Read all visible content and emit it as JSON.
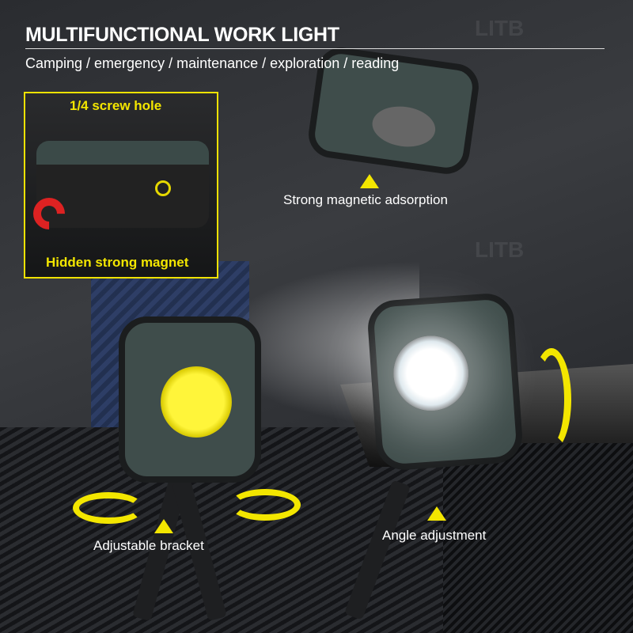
{
  "header": {
    "title": "MULTIFUNCTIONAL WORK LIGHT",
    "subtitle": "Camping / emergency / maintenance / exploration /  reading"
  },
  "inset": {
    "top_label": "1/4 screw hole",
    "bottom_label": "Hidden strong magnet",
    "border_color": "#f0e200",
    "icons": [
      "magnet-icon",
      "screw-hole-icon"
    ]
  },
  "callouts": {
    "magnetic": "Strong magnetic adsorption",
    "bracket": "Adjustable bracket",
    "angle": "Angle adjustment"
  },
  "watermark": "LITB",
  "colors": {
    "accent": "#f3e600",
    "housing": "#3f4d4b",
    "text": "#ffffff"
  },
  "icons": [
    "rotate-arrows-icon",
    "curved-up-arrow-icon",
    "triangle-pointer-icon"
  ]
}
